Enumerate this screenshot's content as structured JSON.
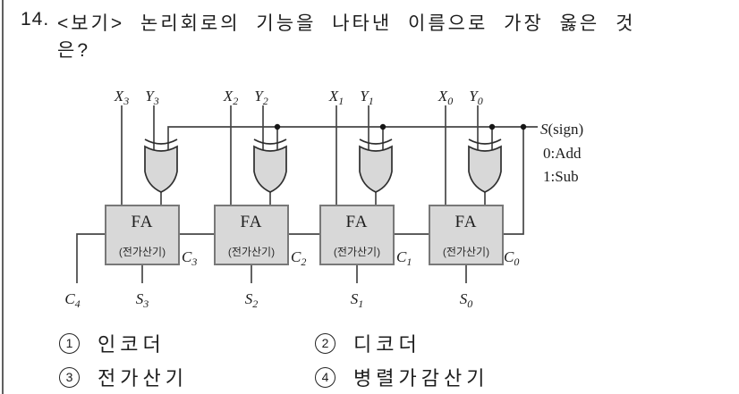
{
  "question": {
    "number": "14.",
    "line1": "<보기> 논리회로의 기능을 나타낸 이름으로 가장 옳은 것",
    "line2": "은?"
  },
  "circuit": {
    "colors": {
      "gate_fill": "#d8d8d8",
      "box_border": "#787878",
      "wire": "#464646"
    },
    "inputs": [
      {
        "x_main": "X",
        "x_sub": "3",
        "y_main": "Y",
        "y_sub": "3"
      },
      {
        "x_main": "X",
        "x_sub": "2",
        "y_main": "Y",
        "y_sub": "2"
      },
      {
        "x_main": "X",
        "x_sub": "1",
        "y_main": "Y",
        "y_sub": "1"
      },
      {
        "x_main": "X",
        "x_sub": "0",
        "y_main": "Y",
        "y_sub": "0"
      }
    ],
    "fa": {
      "label": "FA",
      "sublabel": "(전가산기)"
    },
    "carries": [
      {
        "main": "C",
        "sub": "3"
      },
      {
        "main": "C",
        "sub": "2"
      },
      {
        "main": "C",
        "sub": "1"
      },
      {
        "main": "C",
        "sub": "0"
      }
    ],
    "carry_out": {
      "main": "C",
      "sub": "4"
    },
    "sums": [
      {
        "main": "S",
        "sub": "3"
      },
      {
        "main": "S",
        "sub": "2"
      },
      {
        "main": "S",
        "sub": "1"
      },
      {
        "main": "S",
        "sub": "0"
      }
    ],
    "sign": {
      "s_main": "S",
      "s_rest": "(sign)",
      "mode0": "0:Add",
      "mode1": "1:Sub"
    }
  },
  "options": [
    {
      "num": "1",
      "label": "인코더"
    },
    {
      "num": "2",
      "label": "디코더"
    },
    {
      "num": "3",
      "label": "전가산기"
    },
    {
      "num": "4",
      "label": "병렬가감산기"
    }
  ]
}
